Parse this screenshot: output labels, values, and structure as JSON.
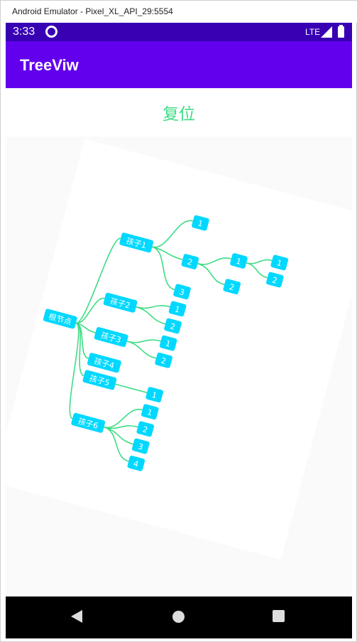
{
  "window": {
    "title": "Android Emulator - Pixel_XL_API_29:5554"
  },
  "status_bar": {
    "time": "3:33",
    "network": "LTE"
  },
  "app_bar": {
    "title": "TreeViw"
  },
  "reset_button": {
    "label": "复位"
  },
  "colors": {
    "status_bar": "#3700b3",
    "app_bar": "#6200ee",
    "accent": "#3ddc84",
    "node": "#00d8ff"
  },
  "tree": {
    "label": "根节点",
    "children": [
      {
        "label": "孩子1",
        "children": [
          {
            "label": "1"
          },
          {
            "label": "2",
            "children": [
              {
                "label": "1",
                "children": [
                  {
                    "label": "1"
                  },
                  {
                    "label": "2"
                  }
                ]
              },
              {
                "label": "2"
              }
            ]
          },
          {
            "label": "3"
          }
        ]
      },
      {
        "label": "孩子2",
        "children": [
          {
            "label": "1"
          },
          {
            "label": "2"
          }
        ]
      },
      {
        "label": "孩子3",
        "children": [
          {
            "label": "1"
          },
          {
            "label": "2"
          }
        ]
      },
      {
        "label": "孩子4"
      },
      {
        "label": "孩子5",
        "children": [
          {
            "label": "1"
          }
        ]
      },
      {
        "label": "孩子6",
        "children": [
          {
            "label": "1"
          },
          {
            "label": "2"
          },
          {
            "label": "3"
          },
          {
            "label": "4"
          }
        ]
      }
    ]
  }
}
